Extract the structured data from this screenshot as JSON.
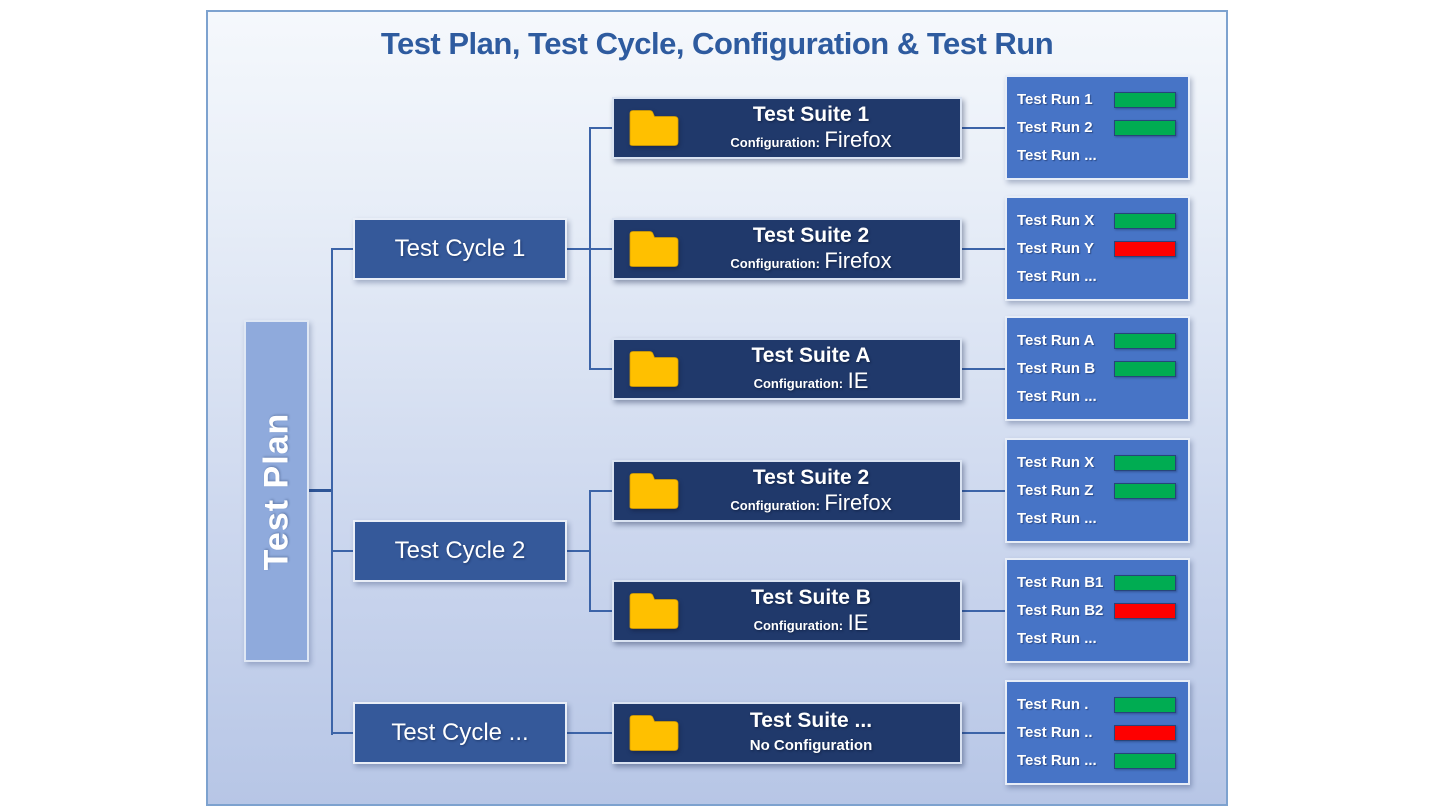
{
  "title": "Test Plan, Test Cycle, Configuration & Test Run",
  "plan": {
    "label": "Test Plan"
  },
  "cycles": [
    {
      "label": "Test Cycle 1"
    },
    {
      "label": "Test Cycle 2"
    },
    {
      "label": "Test Cycle ..."
    }
  ],
  "suites": [
    {
      "title": "Test Suite 1",
      "icon": "folder-icon",
      "config_label": "Configuration:",
      "config_value": "Firefox"
    },
    {
      "title": "Test Suite 2",
      "icon": "folder-icon",
      "config_label": "Configuration:",
      "config_value": "Firefox"
    },
    {
      "title": "Test Suite A",
      "icon": "folder-icon",
      "config_label": "Configuration:",
      "config_value": "IE"
    },
    {
      "title": "Test Suite 2",
      "icon": "folder-icon",
      "config_label": "Configuration:",
      "config_value": "Firefox"
    },
    {
      "title": "Test Suite B",
      "icon": "folder-icon",
      "config_label": "Configuration:",
      "config_value": "IE"
    },
    {
      "title": "Test Suite ...",
      "icon": "folder-icon",
      "config_label": "",
      "config_value": "No Configuration"
    }
  ],
  "run_groups": [
    {
      "runs": [
        {
          "label": "Test Run 1",
          "status": "pass"
        },
        {
          "label": "Test Run 2",
          "status": "pass"
        },
        {
          "label": "Test Run ...",
          "status": "none"
        }
      ]
    },
    {
      "runs": [
        {
          "label": "Test Run X",
          "status": "pass"
        },
        {
          "label": "Test Run Y",
          "status": "fail"
        },
        {
          "label": "Test Run ...",
          "status": "none"
        }
      ]
    },
    {
      "runs": [
        {
          "label": "Test Run A",
          "status": "pass"
        },
        {
          "label": "Test Run B",
          "status": "pass"
        },
        {
          "label": "Test Run ...",
          "status": "none"
        }
      ]
    },
    {
      "runs": [
        {
          "label": "Test Run X",
          "status": "pass"
        },
        {
          "label": "Test Run Z",
          "status": "pass"
        },
        {
          "label": "Test Run ...",
          "status": "none"
        }
      ]
    },
    {
      "runs": [
        {
          "label": "Test Run B1",
          "status": "pass"
        },
        {
          "label": "Test Run B2",
          "status": "fail"
        },
        {
          "label": "Test Run ...",
          "status": "none"
        }
      ]
    },
    {
      "runs": [
        {
          "label": "Test Run .",
          "status": "pass"
        },
        {
          "label": "Test Run ..",
          "status": "fail"
        },
        {
          "label": "Test Run ...",
          "status": "pass"
        }
      ]
    }
  ],
  "colors": {
    "pass": "#00ac52",
    "fail": "#fe0000",
    "suite_box": "#20396b",
    "cycle_box": "#35599a",
    "run_box": "#4774c6",
    "plan_box": "#8faadc",
    "folder": "#ffc000",
    "title_text": "#2e5b9f"
  }
}
